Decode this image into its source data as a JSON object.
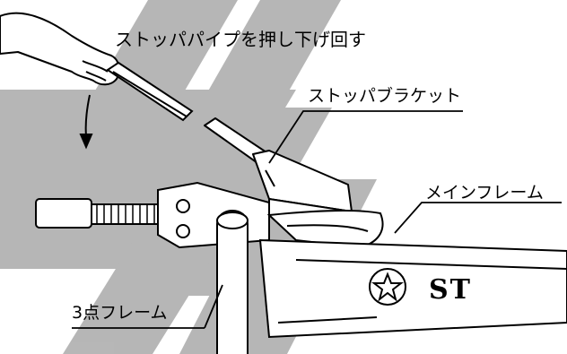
{
  "labels": {
    "instruction": "ストッパパイプを押し下げ回す",
    "stopper_bracket": "ストッパブラケット",
    "main_frame": "メインフレーム",
    "three_point_frame": "3点フレーム"
  },
  "logo": {
    "text": "ST"
  },
  "colors": {
    "ink": "#000000",
    "shade": "#b3b3b3",
    "paper": "#ffffff"
  },
  "icons": [
    "down-arrow-icon",
    "star-emblem-icon",
    "hand-icon"
  ]
}
